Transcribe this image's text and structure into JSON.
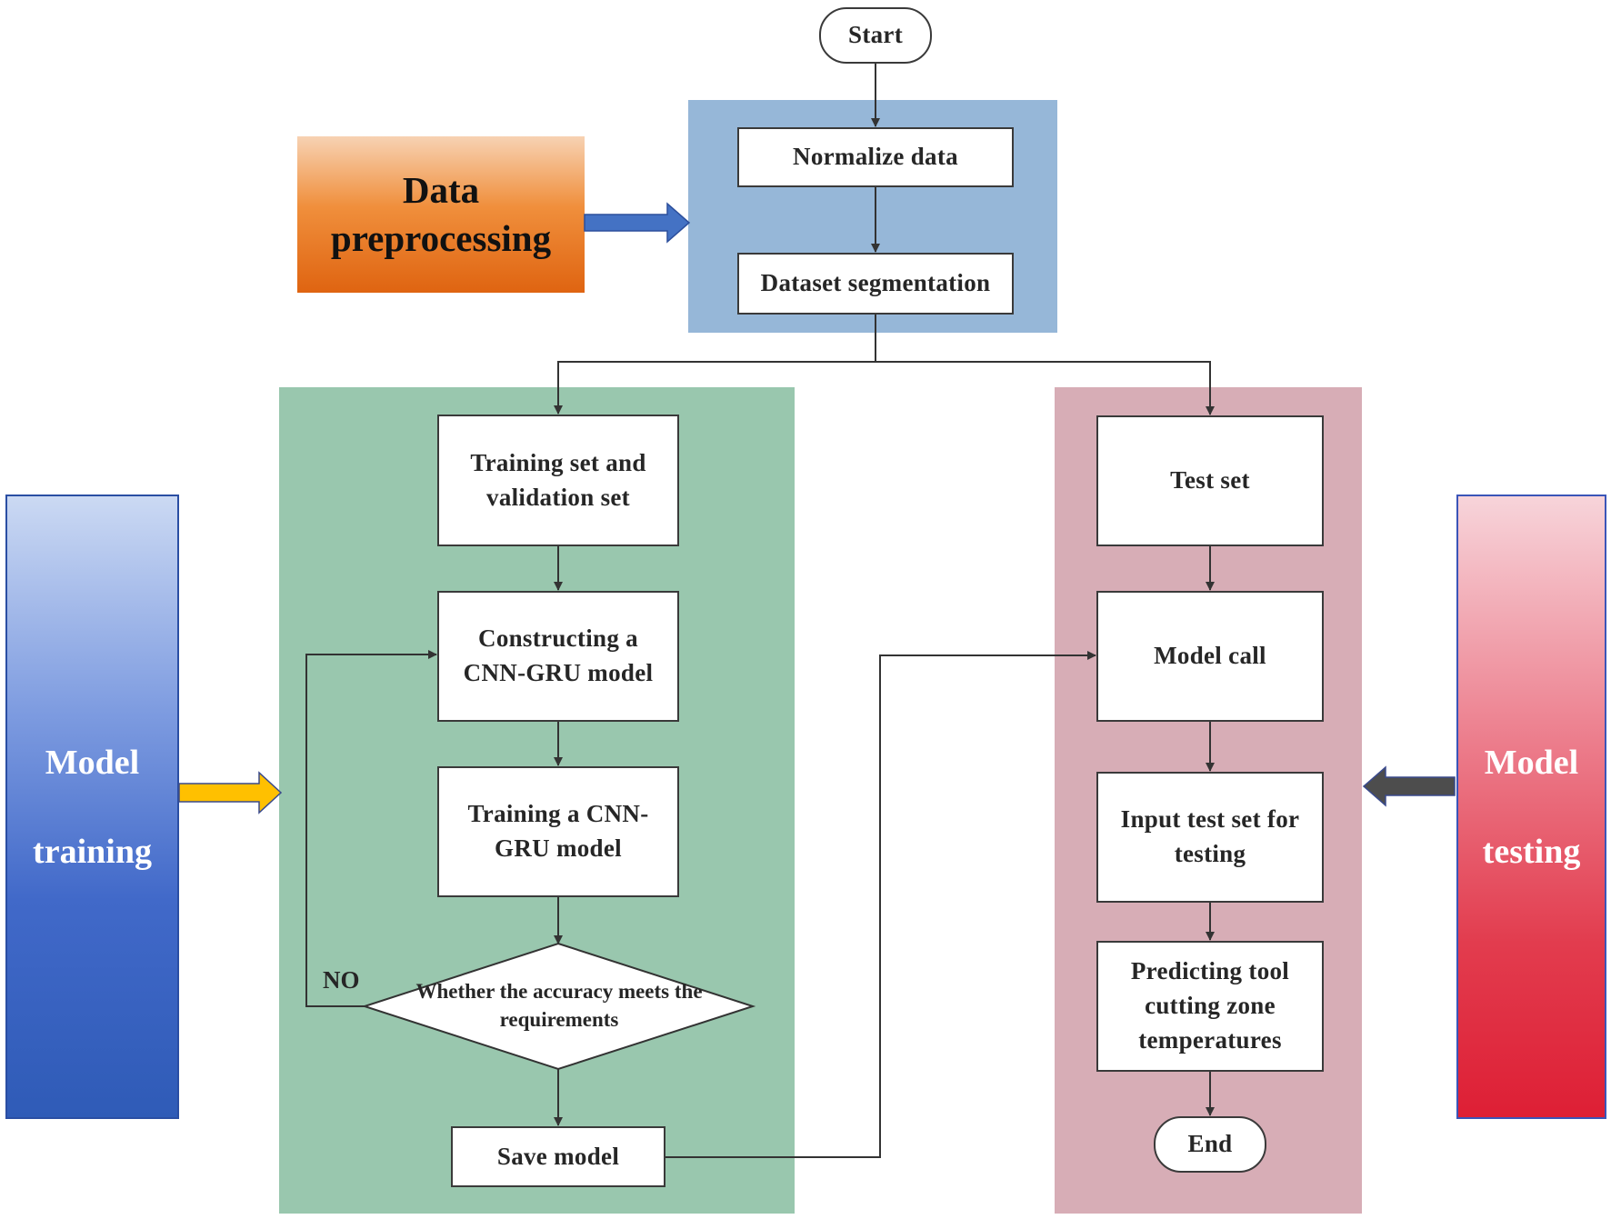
{
  "side_labels": {
    "preprocessing": [
      "Data",
      "preprocessing"
    ],
    "training": [
      "Model",
      "training"
    ],
    "testing": [
      "Model",
      "testing"
    ]
  },
  "nodes": {
    "start": "Start",
    "normalize": "Normalize data",
    "segmentation": "Dataset segmentation",
    "train_val_set": "Training set and validation set",
    "construct_model": "Constructing a CNN-GRU model",
    "train_model": "Training a CNN-GRU model",
    "accuracy_check": "Whether the accuracy meets the requirements",
    "save_model": "Save model",
    "test_set": "Test set",
    "model_call": "Model call",
    "input_test": "Input test set for testing",
    "predict": "Predicting tool cutting zone temperatures",
    "end": "End"
  },
  "edge_labels": {
    "no": "NO"
  },
  "colors": {
    "preprocessing_panel": "#96b7d8",
    "training_panel": "#99c7ae",
    "testing_panel": "#d7adb6",
    "preprocessing_arrow": "#4472c4",
    "training_arrow": "#ffc000",
    "testing_arrow": "#4d4d4d"
  }
}
